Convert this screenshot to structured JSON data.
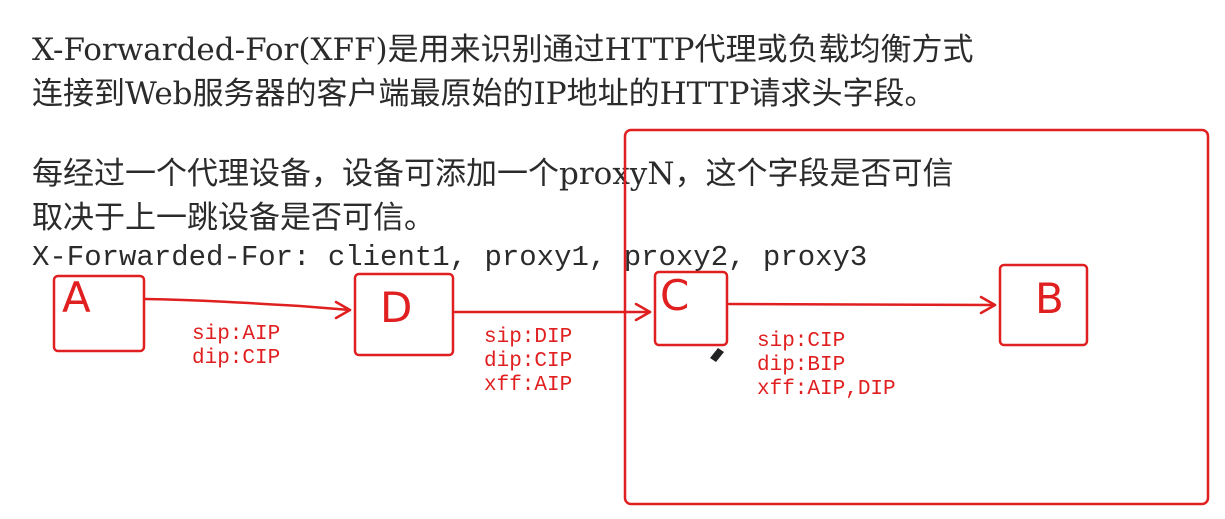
{
  "intro": {
    "line1": "X-Forwarded-For(XFF)是用来识别通过HTTP代理或负载均衡方式",
    "line2": "连接到Web服务器的客户端最原始的IP地址的HTTP请求头字段。",
    "line3": "每经过一个代理设备，设备可添加一个proxyN，这个字段是否可信",
    "line4": "取决于上一跳设备是否可信。",
    "example": "X-Forwarded-For: client1, proxy1, proxy2, proxy3"
  },
  "nodes": {
    "a": "A",
    "d": "D",
    "c": "C",
    "b": "B"
  },
  "hops": {
    "a_to_d": {
      "sip": "sip:AIP",
      "dip": "dip:CIP"
    },
    "d_to_c": {
      "sip": "sip:DIP",
      "dip": "dip:CIP",
      "xff": "xff:AIP"
    },
    "c_to_b": {
      "sip": "sip:CIP",
      "dip": "dip:BIP",
      "xff": "xff:AIP,DIP"
    }
  },
  "colors": {
    "ink": "#e02020",
    "text": "#2b2b2b"
  }
}
